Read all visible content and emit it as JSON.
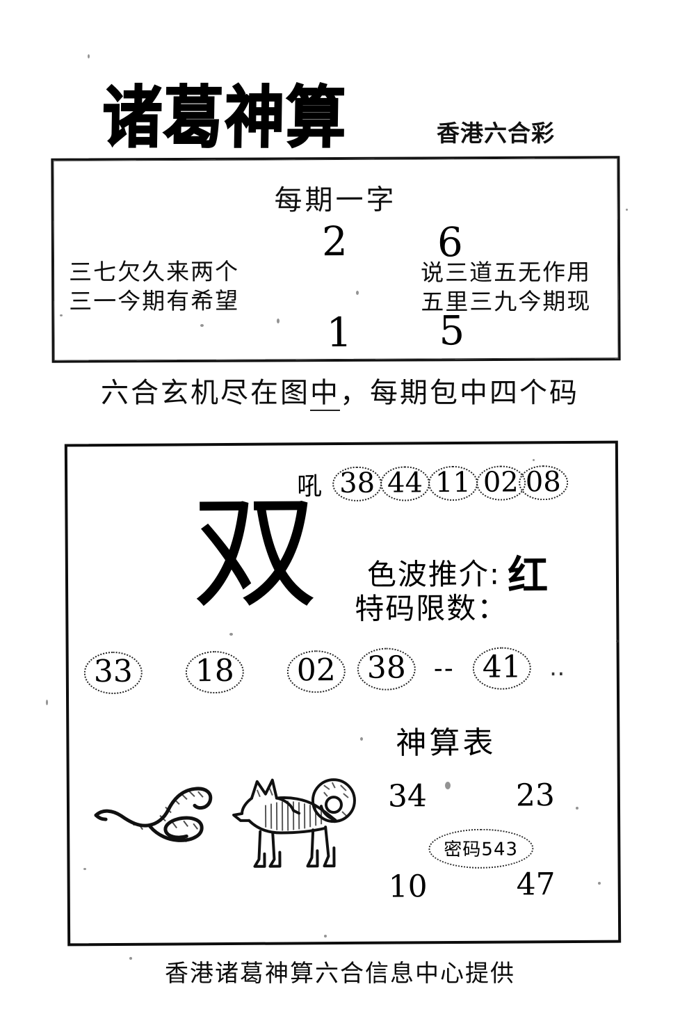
{
  "header": {
    "brand_title": "诸葛神算",
    "subtitle": "香港六合彩"
  },
  "box_one": {
    "title": "每期一字",
    "number_top_left": "2",
    "number_top_right": "6",
    "number_bottom_left": "1",
    "number_bottom_right": "5",
    "verse_left_line1": "三七欠久来两个",
    "verse_left_line2": "三一今期有希望",
    "verse_right_line1": "说三道五无作用",
    "verse_right_line2": "五里三九今期现"
  },
  "tagline": {
    "part1": "六合玄机尽在图",
    "underlined": "中",
    "part2": "，每期包中四个码"
  },
  "box_two": {
    "roar_char": "吼",
    "top_numbers": [
      "38",
      "44",
      "11",
      "02",
      "08"
    ],
    "big_character": "双",
    "color_pick_label": "色波推介:",
    "color_pick_value": "红",
    "limit_label": "特码限数：",
    "left_numbers": [
      "33",
      "18",
      "02"
    ],
    "range_from": "38",
    "range_dash": "--",
    "range_to": "41",
    "range_trailing_dots": "‥",
    "table_label": "神算表",
    "table_cells": {
      "top_left": "34",
      "top_right": "23",
      "bottom_left": "10",
      "bottom_right": "47"
    },
    "secret_code": "密码543",
    "animals": [
      "snake-illustration",
      "dog-illustration"
    ]
  },
  "footer": {
    "text": "香港诸葛神算六合信息中心提供"
  },
  "colors": {
    "ink": "#0d0d0d",
    "paper": "#ffffff"
  }
}
